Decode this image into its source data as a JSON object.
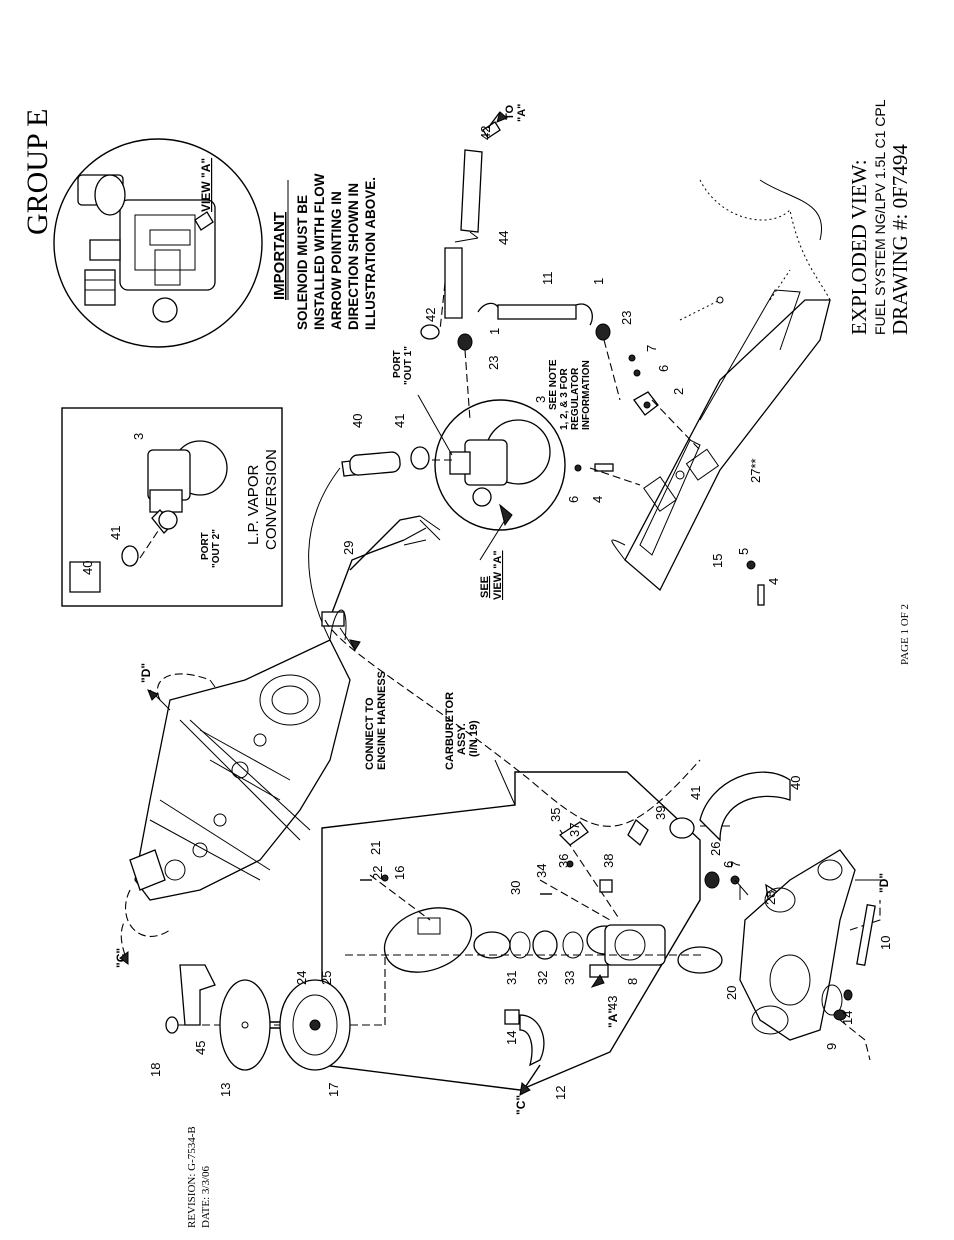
{
  "header": {
    "group": "GROUP E",
    "view_a_label": "VIEW \"A\"",
    "important_title": "IMPORTANT",
    "important_lines": [
      "SOLENOID MUST BE",
      "INSTALLED WITH FLOW",
      "ARROW POINTING IN",
      "DIRECTION SHOWN IN",
      "ILLUSTRATION ABOVE."
    ]
  },
  "title_block": {
    "title": "EXPLODED VIEW:",
    "subtitle": "FUEL SYSTEM NG/LPV 1.5L C1 CPL",
    "drawing": "DRAWING #: 0F7494"
  },
  "footer": {
    "revision": "REVISION: G-7534-B",
    "date": "DATE:  3/3/06",
    "page": "PAGE 1 OF 2"
  },
  "lp_box": {
    "title_line1": "L.P. VAPOR",
    "title_line2": "CONVERSION",
    "port_line1": "PORT",
    "port_line2": "\"OUT 2\"",
    "callouts": [
      "3",
      "40",
      "41"
    ]
  },
  "notes": {
    "port_out1_line1": "PORT",
    "port_out1_line2": "\"OUT 1\"",
    "see_note": [
      "SEE NOTE",
      "1, 2, & 3 FOR",
      "REGULATOR",
      "INFORMATION"
    ],
    "see_view_line1": "SEE",
    "see_view_line2": "VIEW \"A\"",
    "to_a_line1": "TO",
    "to_a_line2": "\"A\"",
    "connect": [
      "CONNECT TO",
      "ENGINE HARNESS"
    ],
    "carb": [
      "CARBURETOR",
      "ASSY.",
      "(I/N 19)"
    ],
    "ref_d": "\"D\"",
    "ref_c": "\"C\"",
    "ref_a": "\"A\""
  },
  "callouts": {
    "c1a": "1",
    "c1b": "1",
    "c2": "2",
    "c3": "3",
    "c4a": "4",
    "c4b": "4",
    "c5": "5",
    "c6a": "6",
    "c6b": "6",
    "c6c": "6",
    "c7a": "7",
    "c7b": "7",
    "c8": "8",
    "c9": "9",
    "c10": "10",
    "c11": "11",
    "c12": "12",
    "c13": "13",
    "c14a": "14",
    "c14b": "14",
    "c15": "15",
    "c16": "16",
    "c17": "17",
    "c18": "18",
    "c20": "20",
    "c21": "21",
    "c22": "22",
    "c23a": "23",
    "c23b": "23",
    "c24": "24",
    "c25": "25",
    "c26": "26",
    "c27": "27**",
    "c28": "28",
    "c29": "29",
    "c30": "30",
    "c31": "31",
    "c32": "32",
    "c33": "33",
    "c34": "34",
    "c35": "35",
    "c36": "36",
    "c37": "37",
    "c38": "38",
    "c39": "39",
    "c40a": "40",
    "c40b": "40",
    "c41a": "41",
    "c41b": "41",
    "c42a": "42",
    "c42b": "42",
    "c43": "43",
    "c44": "44",
    "c45": "45"
  }
}
